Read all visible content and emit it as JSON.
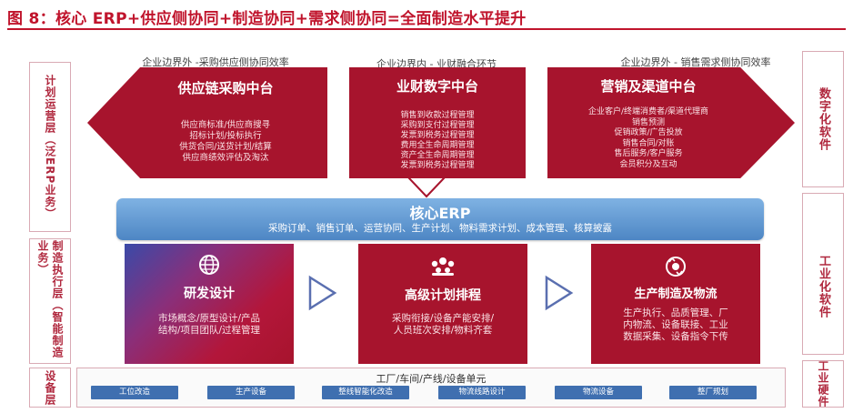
{
  "title": "图 8：核心 ERP+供应侧协同+制造协同+需求侧协同=全面制造水平提升",
  "left_labels": [
    "计划运营层（泛ERP业务）",
    "制造执行层（智能制造业务）",
    "设备层"
  ],
  "right_labels": [
    "数字化软件",
    "工业化软件",
    "工业硬件"
  ],
  "top_section": {
    "captions": [
      "企业边界外 -采购供应侧协同效率",
      "企业边界内 - 业财融合环节",
      "企业边界外 - 销售需求侧协同效率"
    ],
    "supply": {
      "title": "供应链采购中台",
      "lines": [
        "供应商标准/供应商搜寻",
        "招标计划/投标执行",
        "供货合同/送货计划/结算",
        "供应商绩效评估及淘汰"
      ]
    },
    "finance": {
      "title": "业财数字中台",
      "lines": [
        "销售到收款过程管理",
        "采购到支付过程管理",
        "发票到税务过程管理",
        "费用全生命周期管理",
        "资产全生命周期管理",
        "发票到税务过程管理"
      ]
    },
    "marketing": {
      "title": "营销及渠道中台",
      "lines": [
        "企业客户/终端消费者/渠道代理商",
        "销售预测",
        "促销政策/广告投放",
        "销售合同/对账",
        "售后服务/客户服务",
        "会员积分及互动"
      ]
    }
  },
  "erp": {
    "title": "核心ERP",
    "desc": "采购订单、销售订单、运营协同、生产计划、物料需求计划、成本管理、核算披露"
  },
  "mid_section": {
    "rnd": {
      "icon": "globe-icon",
      "title": "研发设计",
      "lines": [
        "市场概念/原型设计/产品",
        "结构/项目团队/过程管理"
      ]
    },
    "aps": {
      "icon": "people-network-icon",
      "title": "高级计划排程",
      "lines": [
        "采购衔接/设备产能安排/",
        "人员班次安排/物料齐套"
      ]
    },
    "manufacturing": {
      "icon": "gear-cycle-icon",
      "title": "生产制造及物流",
      "lines": [
        "生产执行、品质管理、厂",
        "内物流、设备联接、工业",
        "数据采集、设备指令下传"
      ]
    }
  },
  "equipment": {
    "caption": "工厂/车间/产线/设备单元",
    "items": [
      "工位改造",
      "生产设备",
      "整线智能化改造",
      "物流线路设计",
      "物流设备",
      "整厂规划"
    ]
  },
  "colors": {
    "title_red": "#c0142c",
    "block_red": "#a7142d",
    "erp_blue": "#4d86c4",
    "equip_blue": "#3f6fb0",
    "frame_pink": "#d9aab4"
  }
}
